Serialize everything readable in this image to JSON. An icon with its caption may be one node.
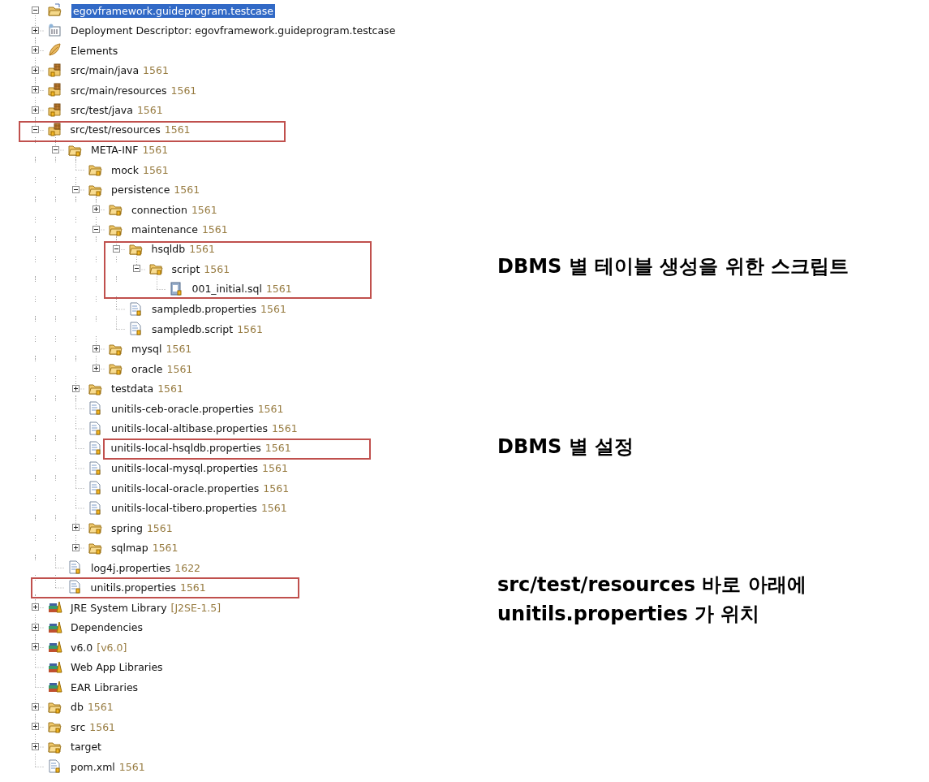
{
  "diagram": {
    "nodes": [
      {
        "text": [
          "src/test/resources",
          "1561"
        ]
      },
      {
        "text": [
          "hsqldb",
          "1561",
          "script",
          "1561",
          "001_initial.sql",
          "1561"
        ]
      },
      {
        "text": [
          "unitils-local-hsqldb.properties",
          "1561"
        ]
      },
      {
        "text": [
          "unitils.properties",
          "1561"
        ]
      }
    ],
    "labels": [
      "egovframework.guideprogram.testcase",
      "Deployment Descriptor: egovframework.guideprogram.testcase",
      "Elements",
      "src/main/java",
      "1561",
      "src/main/resources",
      "1561",
      "src/test/java",
      "1561",
      "META-INF",
      "1561",
      "mock",
      "1561",
      "persistence",
      "1561",
      "connection",
      "1561",
      "maintenance",
      "1561",
      "DBMS 별 테이블 생성을 위한 스크립트",
      "sampledb.properties",
      "1561",
      "sampledb.script",
      "1561",
      "mysql",
      "1561",
      "oracle",
      "1561",
      "testdata",
      "1561",
      "unitils-ceb-oracle.properties",
      "1561",
      "unitils-local-altibase.properties",
      "1561",
      "DBMS 별 설정",
      "unitils-local-mysql.properties",
      "1561",
      "unitils-local-oracle.properties",
      "1561",
      "unitils-local-tibero.properties",
      "1561",
      "spring",
      "1561",
      "sqlmap",
      "1561",
      "log4j.properties",
      "1622",
      "src/test/resources 바로 아래에 unitils.properties 가 위치",
      "JRE System Library",
      "[J2SE-1.5]",
      "Dependencies",
      "v6.0",
      "[v6.0]",
      "Web App Libraries",
      "EAR Libraries",
      "db",
      "1561",
      "src",
      "1561",
      "target",
      "pom.xml",
      "1561"
    ]
  }
}
